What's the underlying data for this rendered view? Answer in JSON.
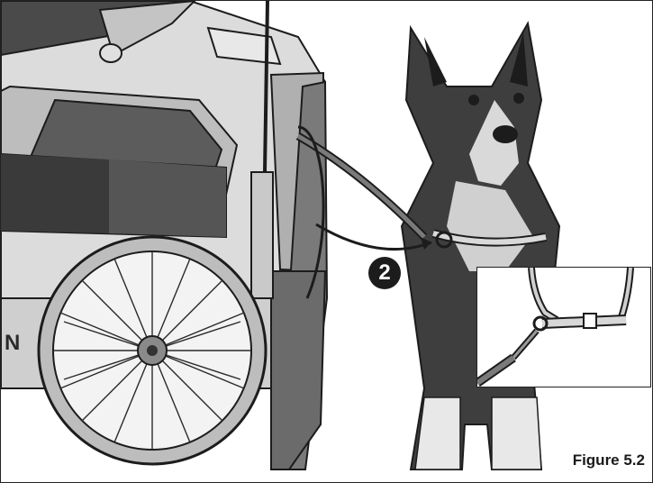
{
  "step_number": "2",
  "brand_fragment": "N",
  "figure_caption": "Figure 5.2",
  "colors": {
    "line": "#1c1c1c",
    "trailer_light": "#e2e2e2",
    "trailer_mid": "#9a9a9a",
    "trailer_dark": "#5a5a5a",
    "dog_dark": "#3e3e3e",
    "dog_light": "#d9d9d9"
  }
}
